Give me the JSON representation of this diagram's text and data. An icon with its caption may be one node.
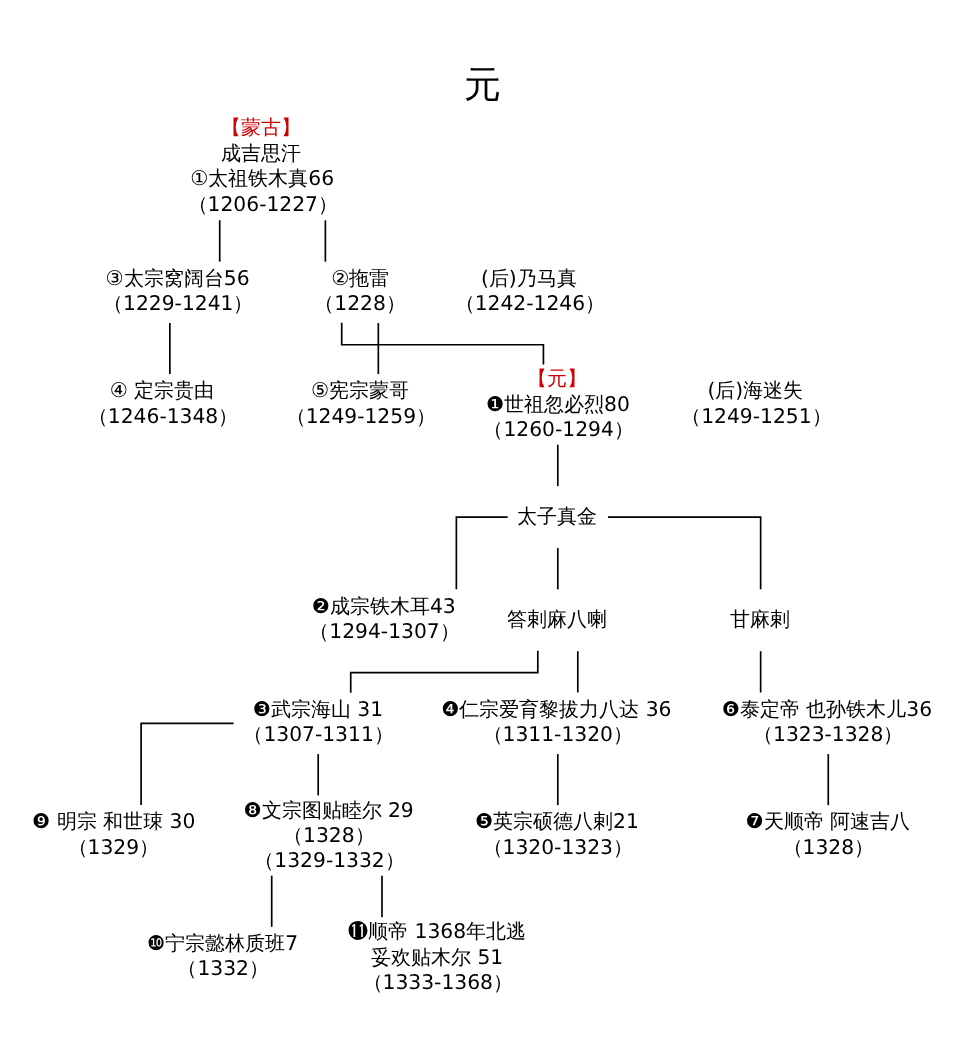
{
  "diagram": {
    "title": "元",
    "nodes": [
      {
        "text": [
          "【蒙古】",
          "成吉思汗",
          "①太祖铁木真66",
          "（1206-1227）"
        ]
      },
      {
        "text": [
          "③太宗窝阔台56",
          "（1229-1241）"
        ]
      },
      {
        "text": [
          "(后)乃马真",
          "（1242-1246）"
        ]
      },
      {
        "text": [
          "②拖雷",
          "（1228）"
        ]
      },
      {
        "text": [
          "④ 定宗贵由",
          "（1246-1348）"
        ]
      },
      {
        "text": [
          "(后)海迷失",
          "（1249-1251）"
        ]
      },
      {
        "text": [
          "⑤宪宗蒙哥",
          "（1249-1259）"
        ]
      },
      {
        "text": [
          "【元】",
          "❶世祖忽必烈80",
          "（1260-1294）"
        ]
      },
      {
        "text": [
          "太子真金"
        ]
      },
      {
        "text": [
          "❷成宗铁木耳43",
          "（1294-1307）"
        ]
      },
      {
        "text": [
          "答剌麻八喇"
        ]
      },
      {
        "text": [
          "甘麻剌"
        ]
      },
      {
        "text": [
          "❸武宗海山 31",
          "（1307-1311）"
        ]
      },
      {
        "text": [
          "❹仁宗爱育黎拔力八达 36",
          "（1311-1320）"
        ]
      },
      {
        "text": [
          "❻泰定帝 也孙铁木儿36",
          "（1323-1328）"
        ]
      },
      {
        "text": [
          "❾ 明宗 和世㻋 30",
          "（1329）"
        ]
      },
      {
        "text": [
          "❽文宗图贴睦尔 29",
          "（1328）",
          "（1329-1332）"
        ]
      },
      {
        "text": [
          "❺英宗硕德八剌21",
          "（1320-1323）"
        ]
      },
      {
        "text": [
          "❼天顺帝 阿速吉八",
          "（1328）"
        ]
      },
      {
        "text": [
          "❿宁宗懿林质班7",
          "（1332）"
        ]
      },
      {
        "text": [
          "⓫顺帝 1368年北逃",
          "妥欢贴木尔 51",
          "（1333-1368）"
        ]
      }
    ],
    "edges": [
      {
        "from": 0,
        "to": 1,
        "arrow": "none"
      },
      {
        "from": 0,
        "to": 3,
        "arrow": "none"
      },
      {
        "from": 1,
        "to": 4,
        "arrow": "none"
      },
      {
        "from": 3,
        "to": 6,
        "arrow": "none"
      },
      {
        "from": 3,
        "to": 7,
        "arrow": "none"
      },
      {
        "from": 7,
        "to": 8,
        "arrow": "none"
      },
      {
        "from": 8,
        "to": 9,
        "arrow": "none"
      },
      {
        "from": 8,
        "to": 10,
        "arrow": "none"
      },
      {
        "from": 8,
        "to": 11,
        "arrow": "none"
      },
      {
        "from": 10,
        "to": 12,
        "arrow": "none"
      },
      {
        "from": 10,
        "to": 13,
        "arrow": "none"
      },
      {
        "from": 11,
        "to": 14,
        "arrow": "none"
      },
      {
        "from": 12,
        "to": 15,
        "arrow": "none"
      },
      {
        "from": 12,
        "to": 16,
        "arrow": "none"
      },
      {
        "from": 13,
        "to": 17,
        "arrow": "none"
      },
      {
        "from": 14,
        "to": 18,
        "arrow": "none"
      },
      {
        "from": 16,
        "to": 19,
        "arrow": "none"
      },
      {
        "from": 16,
        "to": 20,
        "arrow": "none"
      }
    ]
  }
}
